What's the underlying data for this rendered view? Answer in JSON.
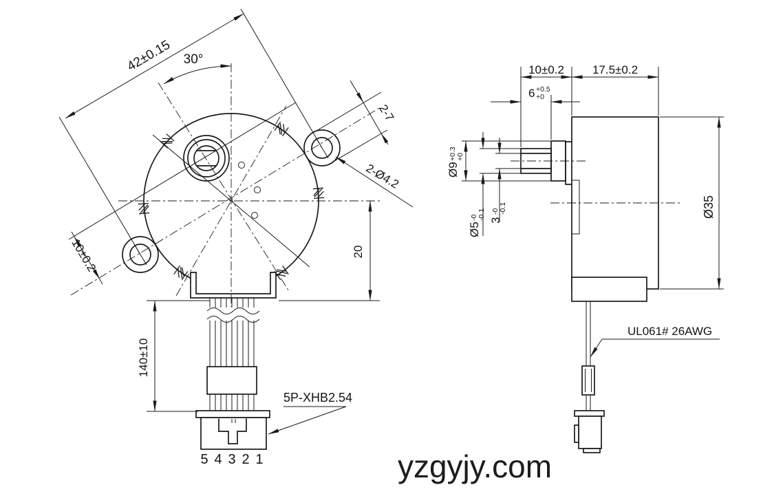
{
  "watermark": "yzgyjy.com",
  "front": {
    "dim_mount_distance": "42±0.15",
    "dim_angle": "30°",
    "dim_ear_width": "2-7",
    "dim_mount_holes": "2-Ø4.2",
    "dim_axis_offset": "10±0.2",
    "dim_wire_exit": "20",
    "dim_lead_length": "140±10",
    "connector_label": "5P-XHB2.54",
    "pins": [
      "5",
      "4",
      "3",
      "2",
      "1"
    ]
  },
  "side": {
    "dim_front_total": "10±0.2",
    "dim_body_depth": "17.5±0.2",
    "shaft_len": {
      "base": "6",
      "tol_upper": "+0.5",
      "tol_lower": "+0"
    },
    "boss_dia": {
      "base": "Ø9",
      "tol_upper": "+0.3",
      "tol_lower": "+0"
    },
    "shaft_dia": {
      "base": "Ø5",
      "tol_upper": "-0",
      "tol_lower": "-0.1"
    },
    "shaft_flat": {
      "base": "3",
      "tol_upper": "-0",
      "tol_lower": "-0.1"
    },
    "dim_body_dia": "Ø35",
    "wire_label": "UL061# 26AWG"
  }
}
